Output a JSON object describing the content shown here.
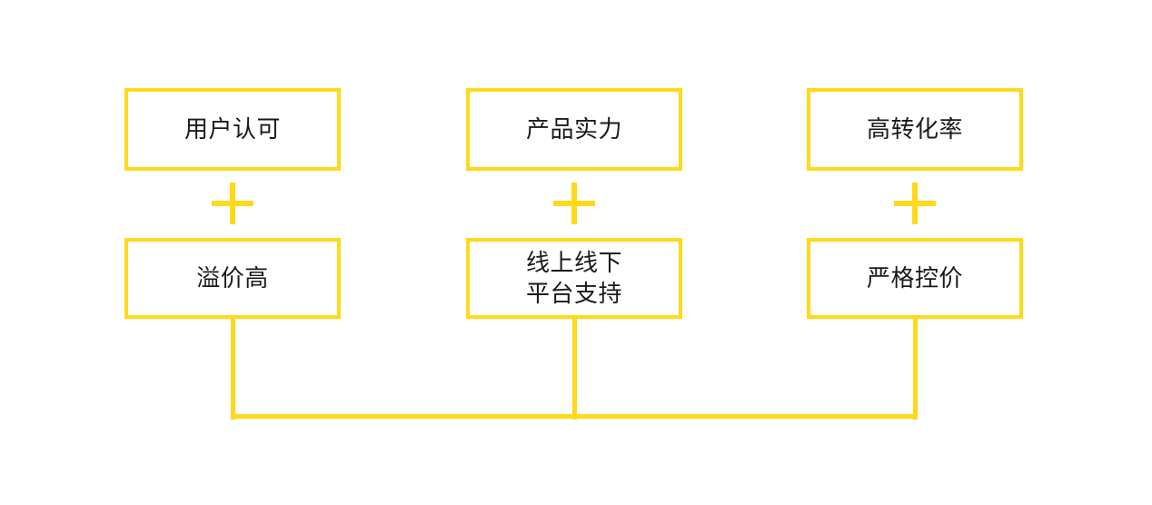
{
  "diagram": {
    "title": "",
    "colors": {
      "accent": "#ffd91a",
      "text": "#1a1a1a",
      "background": "#ffffff"
    },
    "columns": [
      {
        "id": "column-1",
        "top_node": {
          "label": "用户认可"
        },
        "operator": {
          "symbol": "+",
          "name": "plus-sign"
        },
        "bottom_node": {
          "label": "溢价高"
        }
      },
      {
        "id": "column-2",
        "top_node": {
          "label": "产品实力"
        },
        "operator": {
          "symbol": "+",
          "name": "plus-sign"
        },
        "bottom_node": {
          "label": "线上线下\n平台支持"
        }
      },
      {
        "id": "column-3",
        "top_node": {
          "label": "高转化率"
        },
        "operator": {
          "symbol": "+",
          "name": "plus-sign"
        },
        "bottom_node": {
          "label": "严格控价"
        }
      }
    ],
    "connectors": {
      "type": "merge-bus",
      "description": "three vertical drop lines joining one horizontal bus bar"
    }
  }
}
